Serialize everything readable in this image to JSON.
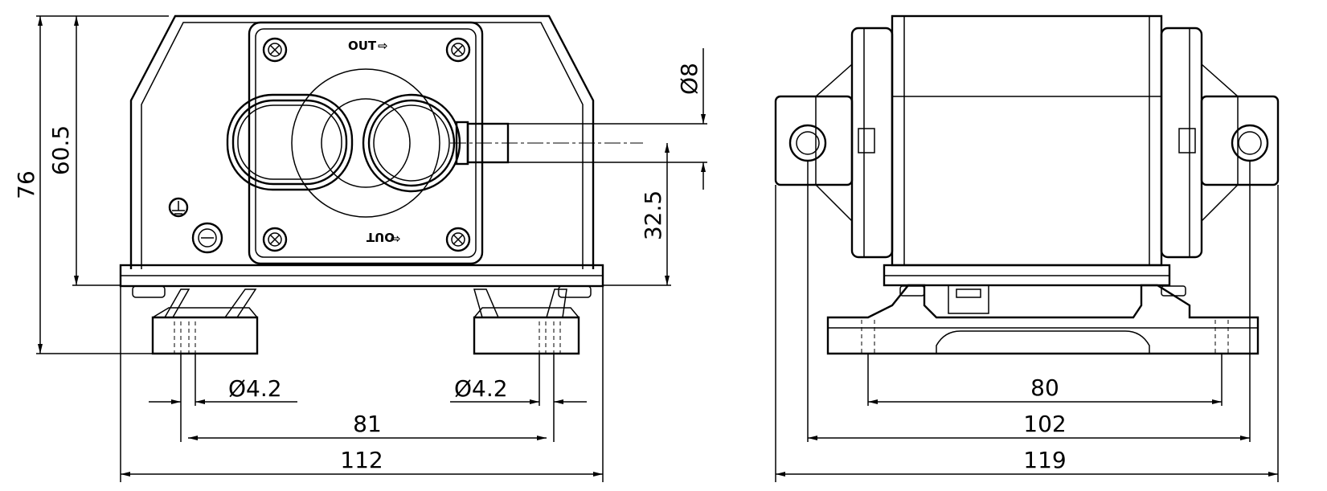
{
  "drawing": {
    "front_view": {
      "dims": {
        "height_total": "76",
        "height_axis": "60.5",
        "outlet_height": "32.5",
        "outlet_dia": "8",
        "hole_left": "4.2",
        "hole_right": "4.2",
        "hole_spacing": "81",
        "base_width": "112"
      },
      "port_labels": {
        "top": "OUT",
        "bottom": "OUT"
      }
    },
    "side_view": {
      "dims": {
        "hole_spacing": "80",
        "mount_spacing": "102",
        "overall_width": "119"
      }
    },
    "diameter_symbol": "Ø"
  }
}
